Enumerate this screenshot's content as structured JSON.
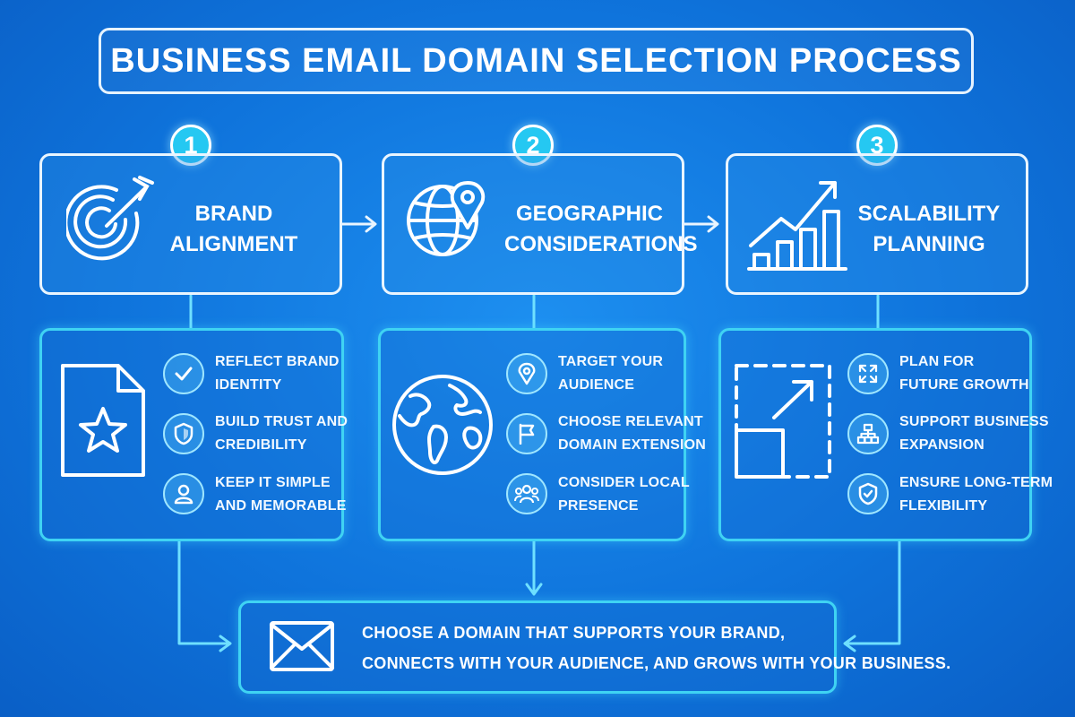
{
  "title": "BUSINESS EMAIL DOMAIN SELECTION PROCESS",
  "colors": {
    "background": "#1080e0",
    "box_border": "#e9f5ff",
    "accent_cyan": "#3fd3f3",
    "step_badge": "#25c8f2"
  },
  "steps": [
    {
      "number": "1",
      "label": "BRAND\nALIGNMENT",
      "icon": "target-arrow-icon",
      "detail_icon": "document-star-icon",
      "items": [
        {
          "icon": "checkmark-icon",
          "text": "REFLECT BRAND\nIDENTITY"
        },
        {
          "icon": "shield-icon",
          "text": "BUILD TRUST AND\nCREDIBILITY"
        },
        {
          "icon": "user-icon",
          "text": "KEEP IT SIMPLE\nAND MEMORABLE"
        }
      ]
    },
    {
      "number": "2",
      "label": "GEOGRAPHIC\nCONSIDERATIONS",
      "icon": "globe-pin-icon",
      "detail_icon": "earth-icon",
      "items": [
        {
          "icon": "location-pin-icon",
          "text": "TARGET YOUR\nAUDIENCE"
        },
        {
          "icon": "flag-icon",
          "text": "CHOOSE RELEVANT\nDOMAIN EXTENSION"
        },
        {
          "icon": "people-group-icon",
          "text": "CONSIDER LOCAL\nPRESENCE"
        }
      ]
    },
    {
      "number": "3",
      "label": "SCALABILITY\nPLANNING",
      "icon": "growth-chart-icon",
      "detail_icon": "scale-up-icon",
      "items": [
        {
          "icon": "expand-arrows-icon",
          "text": "PLAN FOR\nFUTURE GROWTH"
        },
        {
          "icon": "org-chart-icon",
          "text": "SUPPORT BUSINESS\nEXPANSION"
        },
        {
          "icon": "shield-check-icon",
          "text": "ENSURE LONG-TERM\nFLEXIBILITY"
        }
      ]
    }
  ],
  "conclusion": {
    "icon": "envelope-icon",
    "text": "CHOOSE A DOMAIN THAT SUPPORTS YOUR BRAND,\nCONNECTS WITH YOUR AUDIENCE, AND GROWS WITH YOUR BUSINESS."
  }
}
